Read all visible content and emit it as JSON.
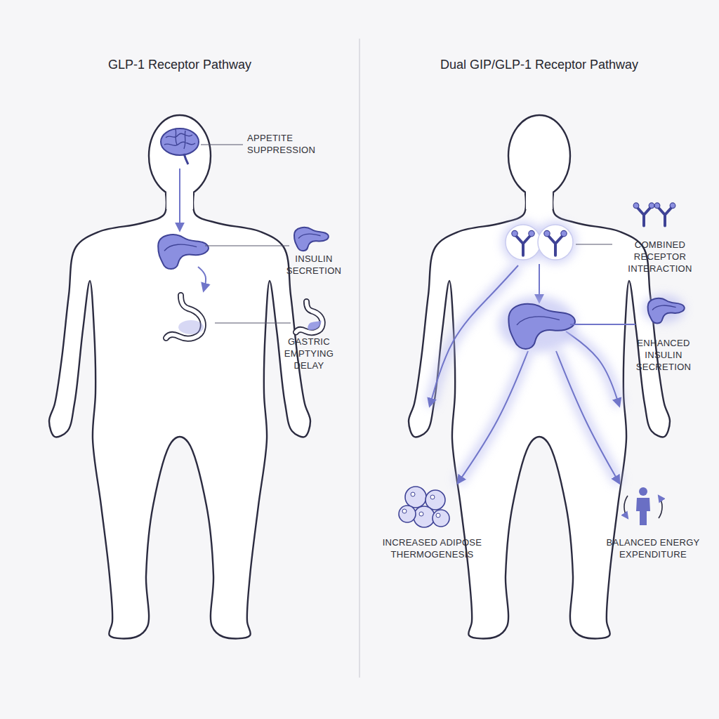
{
  "diagram": {
    "nodes": [
      {
        "text": [
          "GLP-1 Receptor Pathway"
        ]
      },
      {
        "text": [
          "Dual GIP/GLP-1 Receptor Pathway"
        ]
      }
    ],
    "labels": [
      "APPETITE SUPPRESSION",
      "INSULIN SECRETION",
      "GASTRIC EMPTYING DELAY",
      "COMBINED RECEPTOR INTERACTION",
      "ENHANCED INSULIN SECRETION",
      "INCREASED ADIPOSE THERMOGENESIS",
      "BALANCED ENERGY EXPENDITURE"
    ]
  }
}
